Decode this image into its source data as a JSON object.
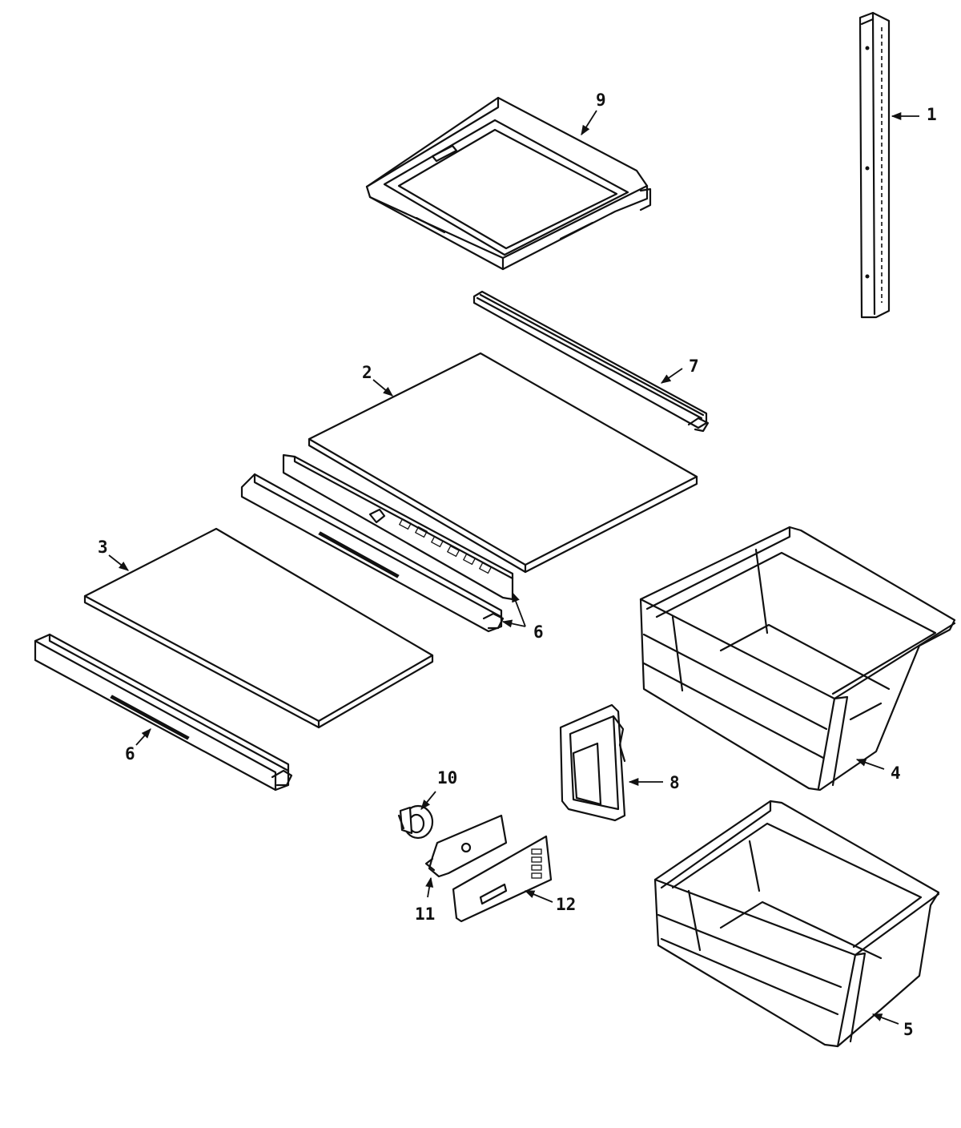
{
  "callouts": [
    {
      "id": "1",
      "text": "1"
    },
    {
      "id": "2",
      "text": "2"
    },
    {
      "id": "3",
      "text": "3"
    },
    {
      "id": "4",
      "text": "4"
    },
    {
      "id": "5",
      "text": "5"
    },
    {
      "id": "6a",
      "text": "6"
    },
    {
      "id": "6b",
      "text": "6"
    },
    {
      "id": "7",
      "text": "7"
    },
    {
      "id": "8",
      "text": "8"
    },
    {
      "id": "9",
      "text": "9"
    },
    {
      "id": "10",
      "text": "10"
    },
    {
      "id": "11",
      "text": "11"
    },
    {
      "id": "12",
      "text": "12"
    }
  ]
}
